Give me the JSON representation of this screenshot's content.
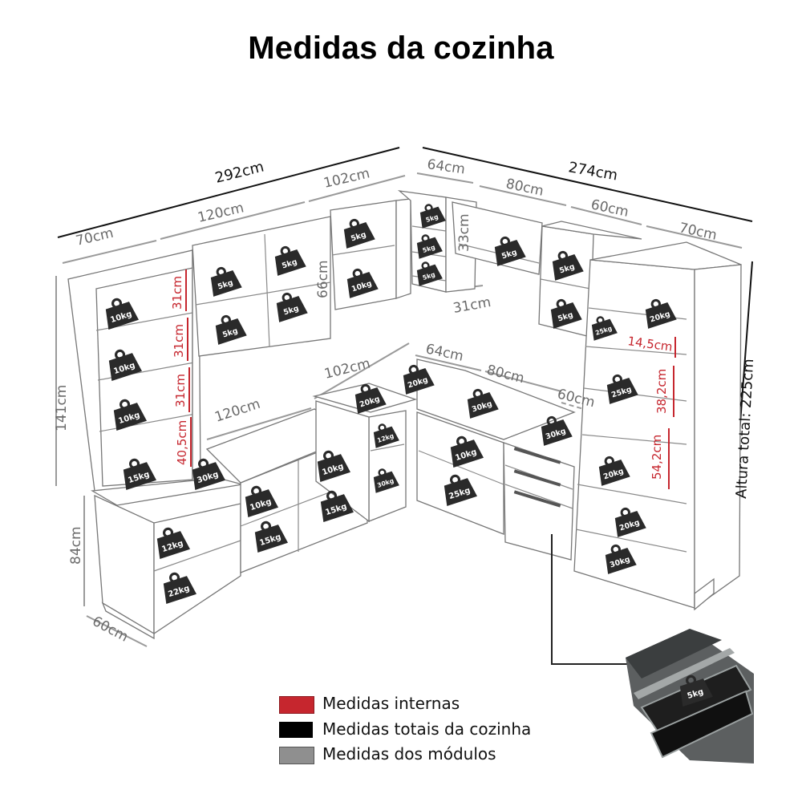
{
  "title": "Medidas da cozinha",
  "colors": {
    "internal": "#c6262e",
    "total": "#000000",
    "module": "#8f8f8f",
    "weight_icon": "#2a2a2a"
  },
  "dimensions": {
    "total_left_width": "292cm",
    "total_right_width": "274cm",
    "upper_left_70": "70cm",
    "upper_left_120": "120cm",
    "upper_left_102": "102cm",
    "upper_right_64": "64cm",
    "upper_right_80": "80cm",
    "upper_right_60": "60cm",
    "upper_right_70": "70cm",
    "upper_height_66": "66cm",
    "upper_height_33": "33cm",
    "upper_depth_31": "31cm",
    "left_tower_height": "141cm",
    "base_height": "84cm",
    "base_depth": "60cm",
    "lower_120": "120cm",
    "lower_102": "102cm",
    "lower_64": "64cm",
    "lower_80": "80cm",
    "lower_60": "60cm",
    "altura_total": "Altura total: 225cm"
  },
  "internal_measures": {
    "left_1": "31cm",
    "left_2": "31cm",
    "left_3": "31cm",
    "left_4": "40,5cm",
    "right_1": "14,5cm",
    "right_2": "38,2cm",
    "right_3": "54,2cm"
  },
  "weights": {
    "lt1": "10kg",
    "lt2": "10kg",
    "lt3": "10kg",
    "lt4": "15kg",
    "lt5": "30kg",
    "ua1": "5kg",
    "ua2": "5kg",
    "ua3": "5kg",
    "ua4": "5kg",
    "ub1": "5kg",
    "ub2": "10kg",
    "uc1": "5kg",
    "uc2": "5kg",
    "uc3": "5kg",
    "ud1": "5kg",
    "ue1": "5kg",
    "ue2": "5kg",
    "rt1": "20kg",
    "rt2": "25kg",
    "rt3": "25kg",
    "rt4": "20kg",
    "rt5": "20kg",
    "rt6": "30kg",
    "ct1": "20kg",
    "ct2": "20kg",
    "ct3": "30kg",
    "ct4": "30kg",
    "lb1": "12kg",
    "lb2": "22kg",
    "mb1": "10kg",
    "mb2": "10kg",
    "mb3": "15kg",
    "mb4": "15kg",
    "nb1": "12kg",
    "nb2": "30kg",
    "cb1": "10kg",
    "cb2": "25kg",
    "drawer": "5kg"
  },
  "legend": [
    {
      "label": "Medidas internas",
      "color": "#c6262e"
    },
    {
      "label": "Medidas totais da cozinha",
      "color": "#000000"
    },
    {
      "label": "Medidas dos módulos",
      "color": "#8f8f8f"
    }
  ]
}
